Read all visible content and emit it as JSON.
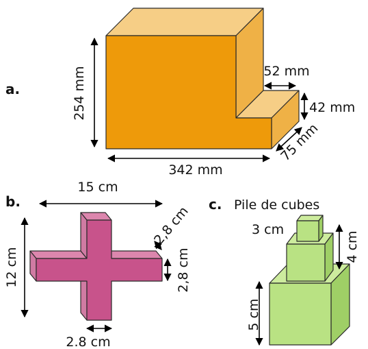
{
  "colors": {
    "orange_front": "#EE9A0A",
    "orange_top": "#F6CE86",
    "orange_side": "#EFB146",
    "pink_front": "#C8538B",
    "pink_top": "#DC86AD",
    "pink_side": "#D07BA3",
    "green_front": "#B9E283",
    "green_top": "#CDEC9E",
    "green_side": "#9FCF66"
  },
  "part_a": {
    "letter": "a.",
    "height_label": "254 mm",
    "width_label": "342 mm",
    "depth_label": "75 mm",
    "step_width_label": "52 mm",
    "step_height_label": "42 mm"
  },
  "part_b": {
    "letter": "b.",
    "width_label": "15 cm",
    "height_label": "12 cm",
    "arm_depth_label": "2,8 cm",
    "arm_height_label": "2,8 cm",
    "arm_width_label": "2.8 cm"
  },
  "part_c": {
    "letter": "c.",
    "title": "Pile de cubes",
    "small_label": "3 cm",
    "medium_label": "4 cm",
    "large_label": "5 cm"
  }
}
